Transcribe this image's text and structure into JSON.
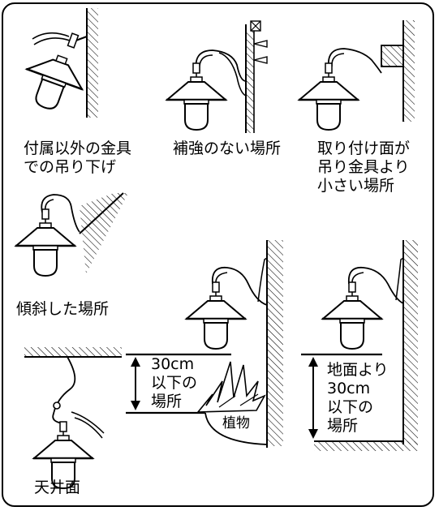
{
  "captions": {
    "p1_line1": "付属以外の金具",
    "p1_line2": "での吊り下げ",
    "p2": "補強のない場所",
    "p3_line1": "取り付け面が",
    "p3_line2": "吊り金具より",
    "p3_line3": "小さい場所",
    "p4": "傾斜した場所",
    "p5": "天井面",
    "p6_line1": "30cm",
    "p6_line2": "以下の",
    "p6_line3": "場所",
    "p6_plant": "植物",
    "p7_line1": "地面より",
    "p7_line2": "30cm",
    "p7_line3": "以下の",
    "p7_line4": "場所"
  }
}
